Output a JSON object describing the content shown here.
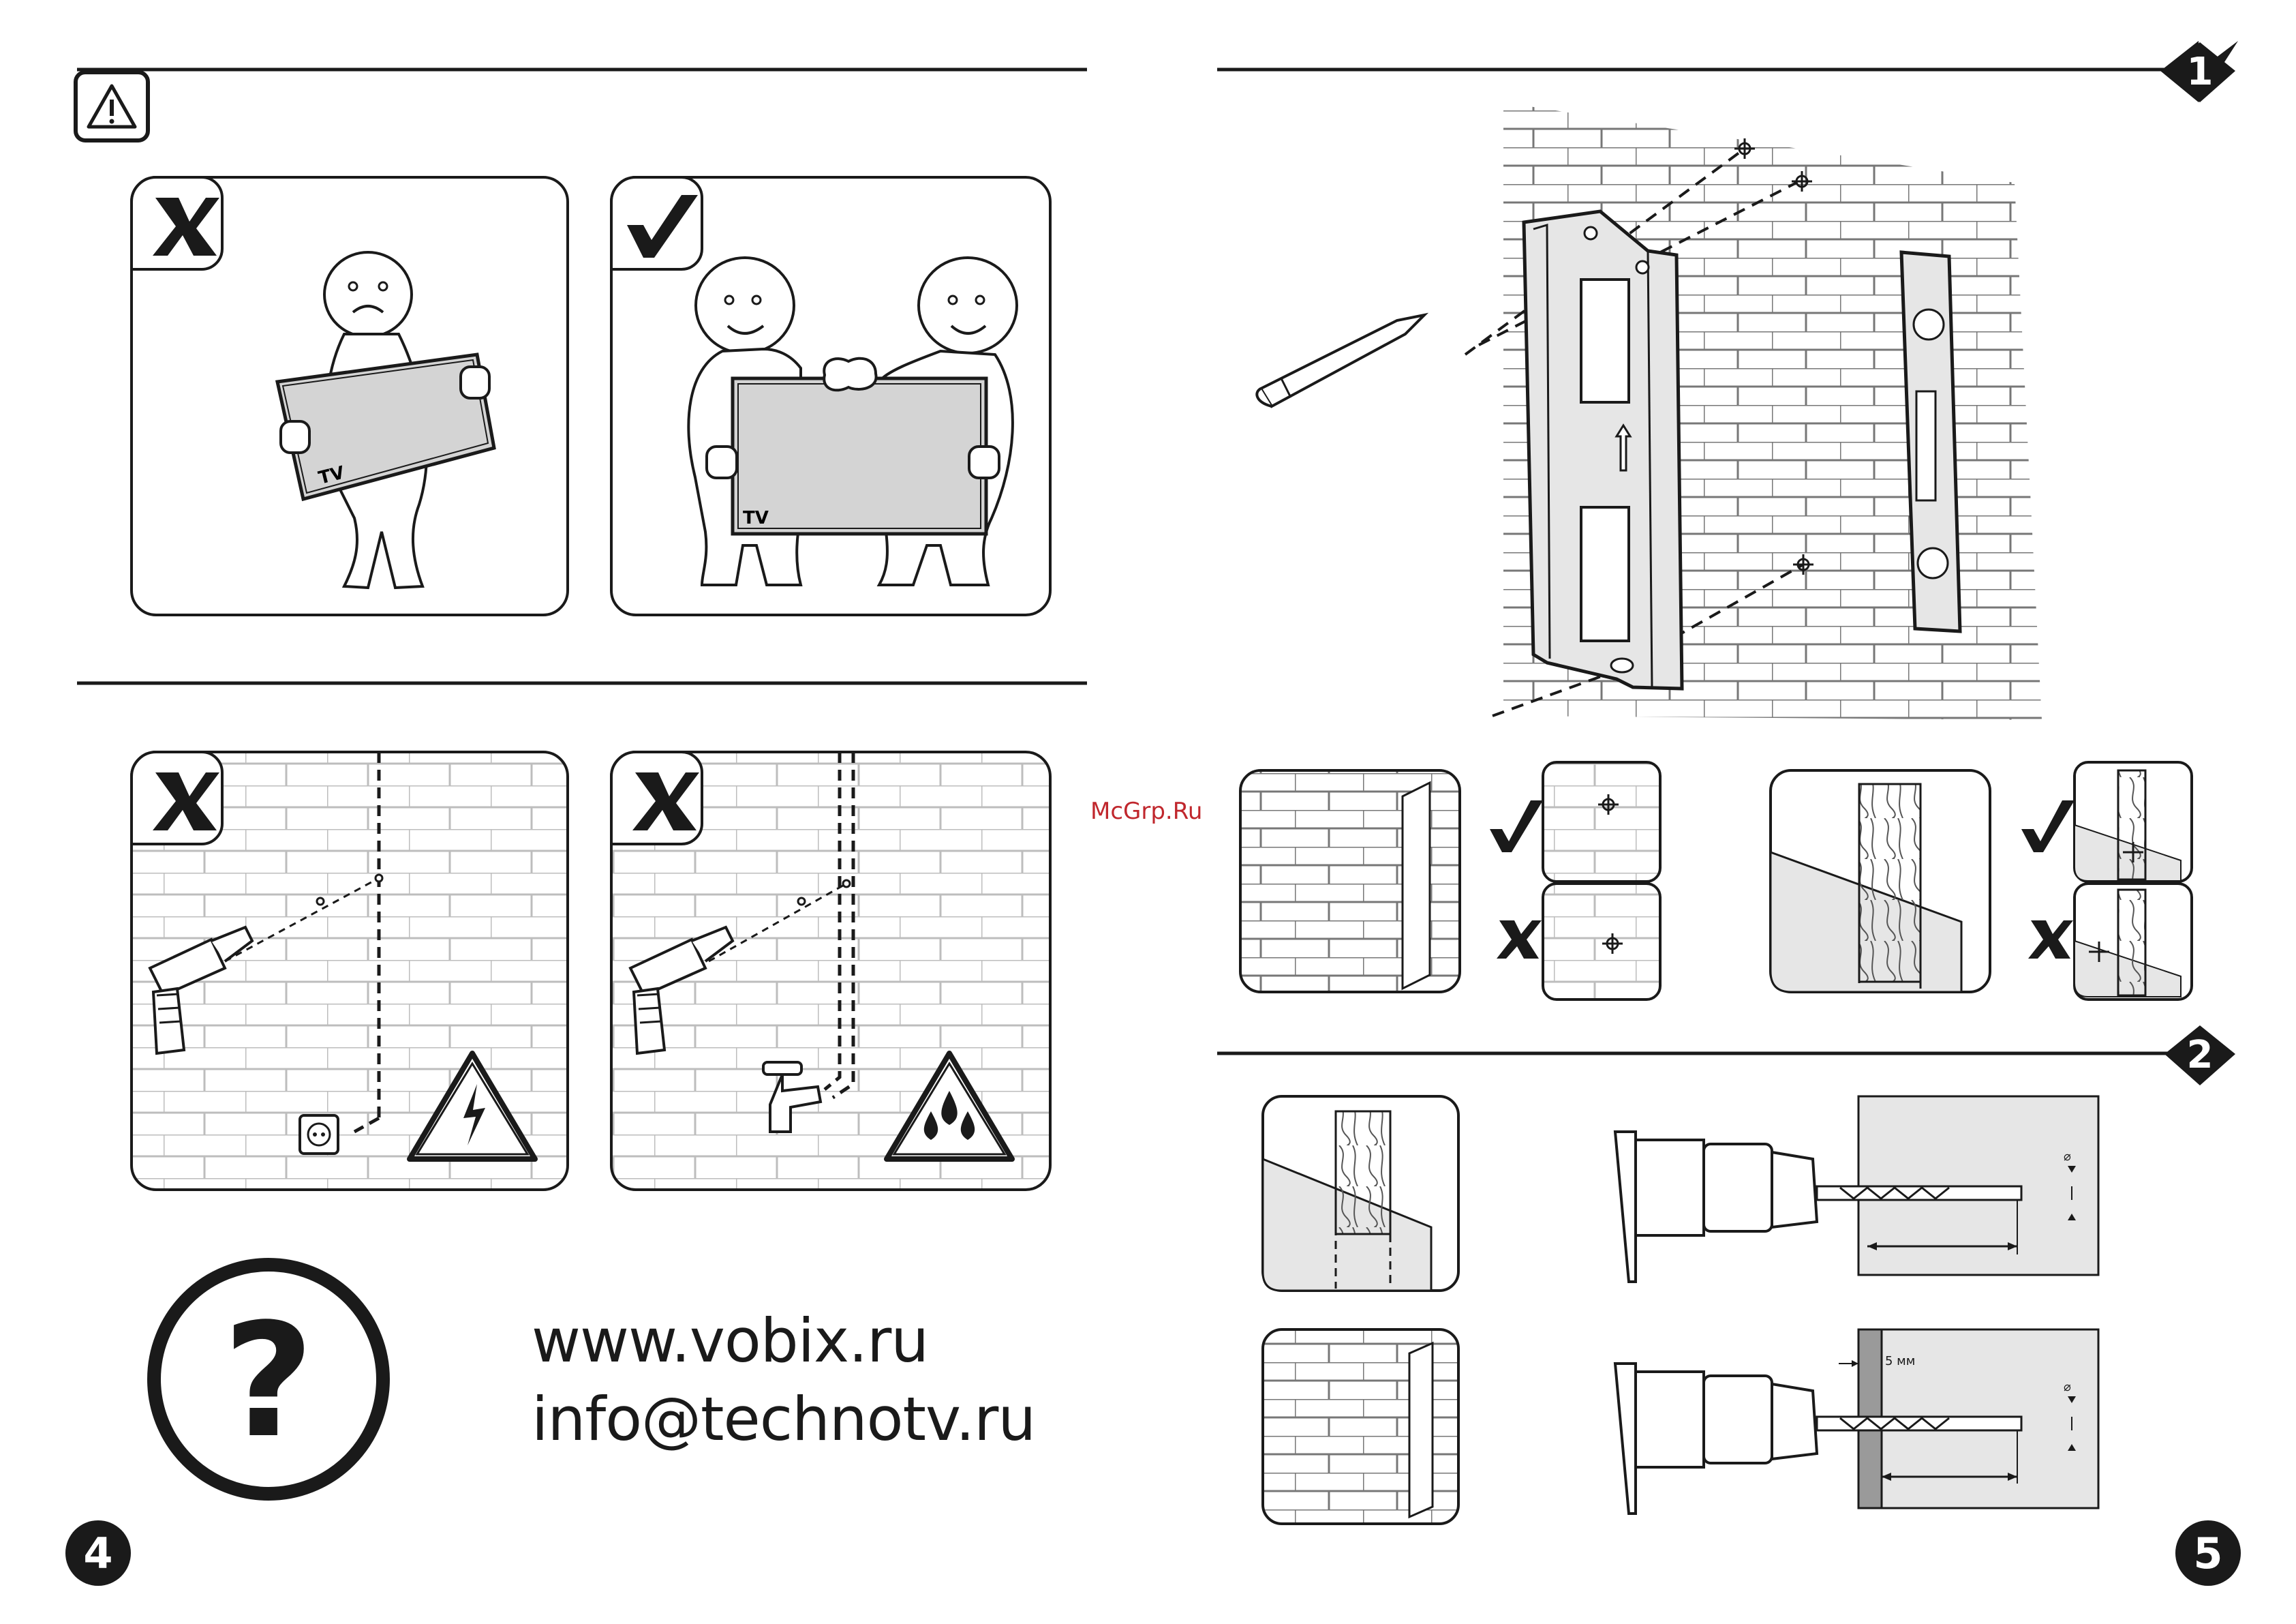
{
  "left_page": {
    "page_number": "4",
    "warning_icon": "warning-triangle-icon",
    "section1": {
      "panel_wrong": {
        "mark": "✗",
        "tv_label": "TV"
      },
      "panel_right": {
        "mark": "✓",
        "tv_label": "TV"
      }
    },
    "section2": {
      "panel_electric": {
        "mark": "✗",
        "hazard_icon": "electric-hazard-icon"
      },
      "panel_water": {
        "mark": "✗",
        "hazard_icon": "water-hazard-icon"
      }
    },
    "help": {
      "icon": "question-mark-icon",
      "website": "www.vobix.ru",
      "email": "info@technotv.ru"
    }
  },
  "right_page": {
    "page_number": "5",
    "step1": {
      "badge": "1"
    },
    "step2": {
      "badge": "2",
      "dimension_label": "5 мм",
      "diameter_symbol": "⌀"
    },
    "checks": {
      "ok": "✓",
      "bad": "✗"
    },
    "watermark": "McGrp.Ru"
  },
  "colors": {
    "ink": "#1a1a1a",
    "panel_fill": "#eeeeee",
    "tv_fill": "#d4d4d4",
    "watermark": "#c0272d"
  }
}
